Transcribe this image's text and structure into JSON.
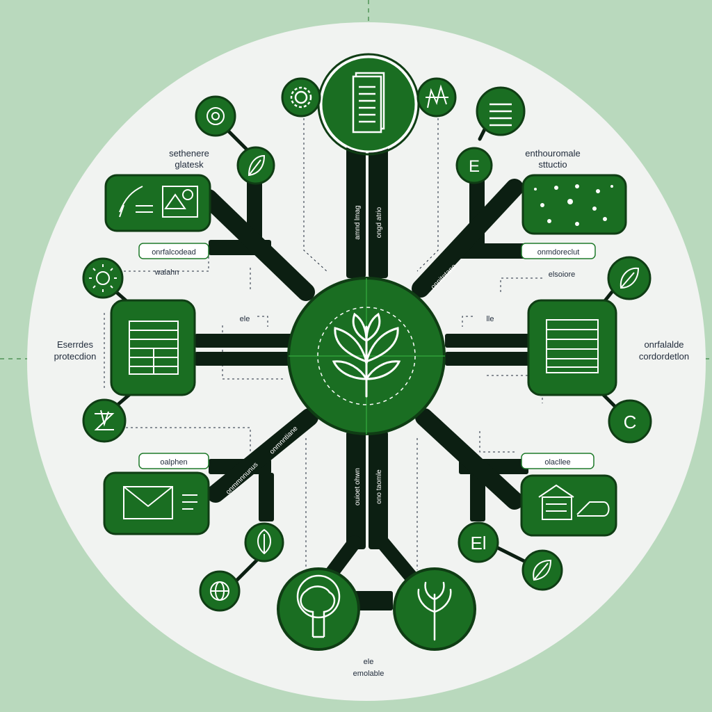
{
  "colors": {
    "background": "#b9d9bd",
    "disc": "#f1f3f1",
    "green": "#1a6e22",
    "green_dark": "#0f3d14",
    "trunk": "#0c1f12",
    "line": "#1a6e22"
  },
  "center": {
    "icon": "plant-icon"
  },
  "labels": {
    "top_left": {
      "line1": "sethenere",
      "line2": "glatesk"
    },
    "top_right": {
      "line1": "enthouromale",
      "line2": "sttuctio"
    },
    "left_mid": {
      "line1": "Eserrdes",
      "line2": "protecdion"
    },
    "right_mid": {
      "line1": "onrfalalde",
      "line2": "cordordetlon"
    },
    "left_upper_small": "walahn",
    "right_upper_small": "elsoiore",
    "left_center_small": "ele",
    "right_center_small": "lle",
    "bottom": {
      "line1": "ele",
      "line2": "emolable"
    }
  },
  "tags": {
    "left_upper": "onrfalcodead",
    "right_upper": "onmdoreclut",
    "left_lower": "oalphen",
    "right_lower": "olacllee"
  },
  "branch_text": {
    "top_left": "amnd lmag",
    "top_right": "ongd atrio",
    "bottom_left": "ouioet ohwn",
    "bottom_right": "ono taomle",
    "diag_upper_right": "onnitntane",
    "diag_lower_left": "onmnntiane",
    "diag_lower_left2": "onmmnnunus"
  },
  "nodes": {
    "top_card_icon": "document-icon",
    "gear_icon": "gear-icon",
    "chart_icon": "chart-icon",
    "list_icon": "list-icon",
    "badge_left_icon": "badge-icon",
    "leaf_icon": "leaf-icon",
    "e_letter": "E",
    "c_letter": "C",
    "el_letter": "El",
    "left_upper_card": "map-card-icon",
    "right_upper_card": "network-card-icon",
    "left_mid_card": "building-icon",
    "right_mid_card": "building-icon",
    "left_lower_card": "mail-icon",
    "right_lower_card": "house-icon",
    "bottom_left_big": "tree-globe-icon",
    "bottom_right_big": "tree-icon",
    "globe_icon": "globe-icon",
    "leaf_small_icon": "leaf-icon",
    "sun_icon": "sun-icon",
    "zz_icon": "grass-icon"
  }
}
